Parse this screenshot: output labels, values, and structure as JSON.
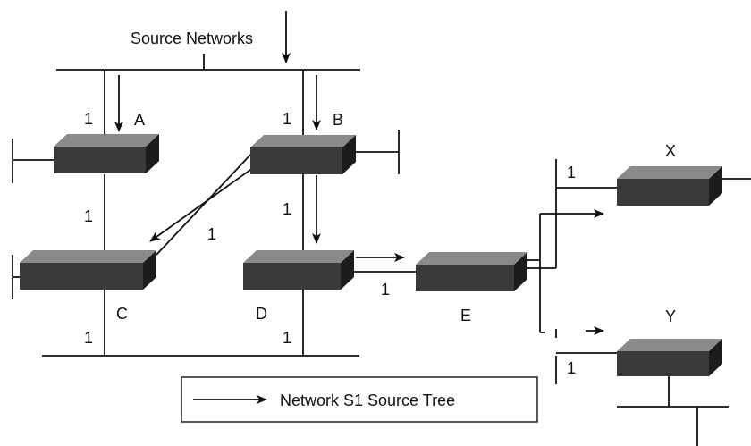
{
  "title": "Source Networks",
  "routers": {
    "A": {
      "label": "A"
    },
    "B": {
      "label": "B"
    },
    "C": {
      "label": "C"
    },
    "D": {
      "label": "D"
    },
    "E": {
      "label": "E"
    },
    "X": {
      "label": "X"
    },
    "Y": {
      "label": "Y"
    }
  },
  "metrics": {
    "a_top": "1",
    "b_top": "1",
    "a_c": "1",
    "b_d": "1",
    "b_c": "1",
    "c_bottom": "1",
    "d_bottom": "1",
    "d_e": "1",
    "x_link": "1",
    "y_link": "1"
  },
  "legend": {
    "label": "Network S1 Source Tree"
  },
  "colors": {
    "router_face": "#3a3a3a",
    "router_top": "#8a8a8a",
    "router_side": "#1c1c1c",
    "line": "#111111"
  }
}
